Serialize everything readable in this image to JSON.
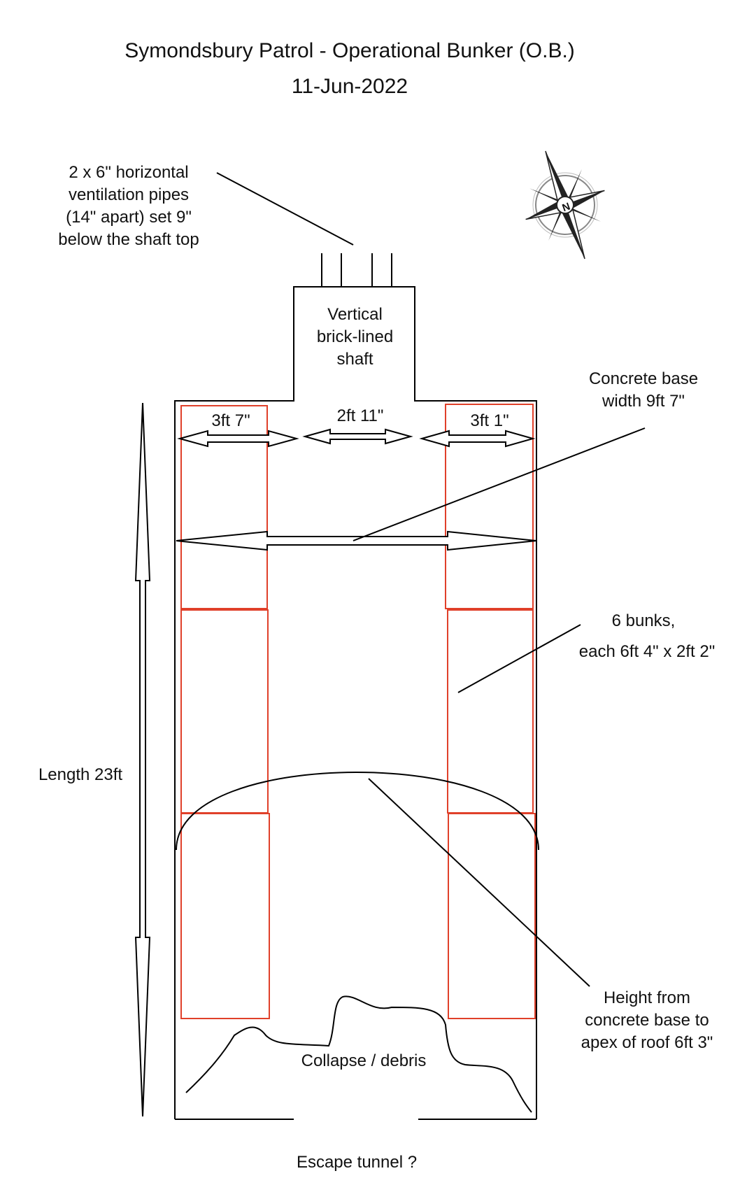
{
  "title": "Symondsbury Patrol - Operational Bunker (O.B.)",
  "date": "11-Jun-2022",
  "compass_letter": "N",
  "annotations": {
    "vent_pipes": [
      "2 x 6\" horizontal",
      "ventilation pipes",
      "(14\" apart) set 9\"",
      "below the shaft top"
    ],
    "shaft": [
      "Vertical",
      "brick-lined",
      "shaft"
    ],
    "concrete_base": [
      "Concrete base",
      "width 9ft 7\""
    ],
    "dim_left": "3ft 7\"",
    "dim_middle": "2ft 11\"",
    "dim_right": "3ft 1\"",
    "bunks": [
      "6 bunks,",
      "each 6ft 4\" x 2ft 2\""
    ],
    "length": "Length 23ft",
    "height": [
      "Height from",
      "concrete base to",
      "apex of roof 6ft 3\""
    ],
    "collapse": "Collapse / debris",
    "escape": "Escape tunnel ?"
  },
  "colors": {
    "line": "#000000",
    "bunk": "#e0402a"
  }
}
